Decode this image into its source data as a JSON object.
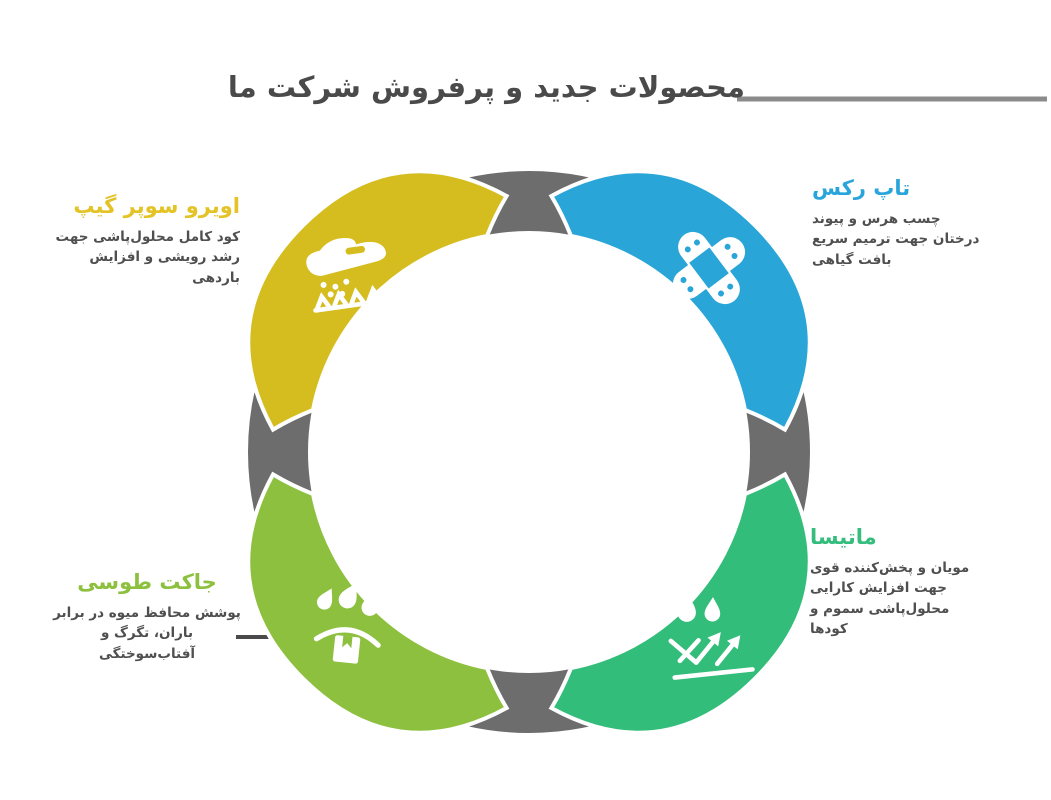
{
  "title": "محصولات جدید و پرفروش شرکت ما",
  "colors": {
    "ring_gray": "#6d6d6d",
    "title_text": "#4a4a4a",
    "description_text": "#4f4f4f",
    "rule_gray": "#8b8b8b",
    "leader_line": "#4a4a4a"
  },
  "segments": [
    {
      "id": "yellow",
      "color": "#d5bd1f",
      "icon": "crop-duster-plane"
    },
    {
      "id": "blue",
      "color": "#2aa5d8",
      "icon": "crossed-bandages"
    },
    {
      "id": "green",
      "color": "#33bd7a",
      "icon": "water-repellent-arrows"
    },
    {
      "id": "light-green",
      "color": "#8cc03e",
      "icon": "rain-protected-package"
    }
  ],
  "products": {
    "top_left": {
      "name": "اویرو سوپر گیپ",
      "accent": "#e3c326",
      "description": "کود کامل محلول‌پاشی جهت رشد رویشی و افزایش باردهی"
    },
    "top_right": {
      "name": "تاپ رکس",
      "accent": "#29a5db",
      "description": "چسب هرس و پیوند درختان جهت ترمیم سریع بافت گیاهی"
    },
    "bottom_left": {
      "name": "جاکت طوسی",
      "accent": "#8cc03e",
      "description": "پوشش محافظ میوه در برابر باران، تگرگ و آفتاب‌سوختگی"
    },
    "bottom_right": {
      "name": "ماتیسا",
      "accent": "#35bd7d",
      "description": "مویان و پخش‌کننده قوی جهت افزایش کارایی محلول‌پاشی سموم و کودها"
    }
  }
}
